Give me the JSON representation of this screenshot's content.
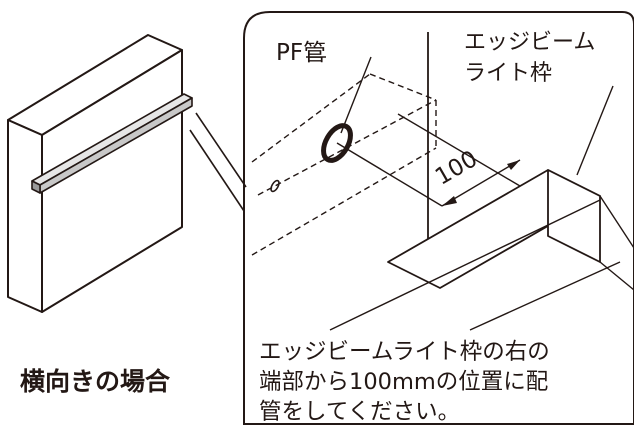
{
  "caption": "横向きの場合",
  "labels": {
    "pf_pipe": "PF管",
    "edge_frame_line1": "エッジビーム",
    "edge_frame_line2": "ライト枠",
    "dimension": "100"
  },
  "note": {
    "line1": "エッジビームライト枠の右の",
    "line2": "端部から100mmの位置に配",
    "line3": "管をしてください。"
  },
  "colors": {
    "stroke": "#231815",
    "frame_fill": "#c8c8c8",
    "background": "#ffffff"
  }
}
